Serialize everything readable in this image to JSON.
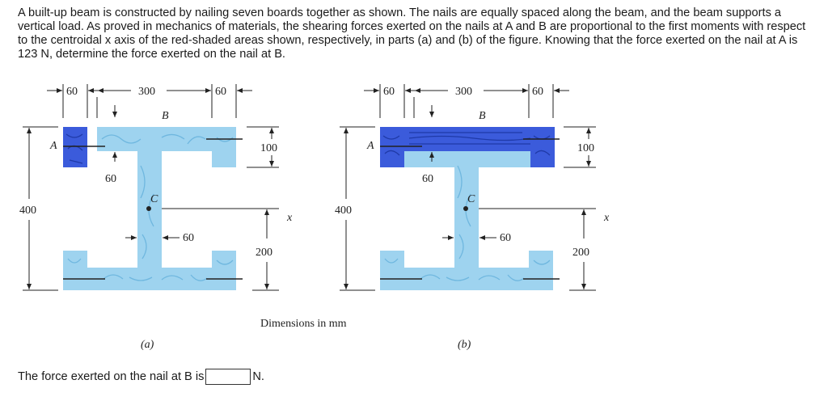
{
  "problem": {
    "text": "A built-up beam is constructed by nailing seven boards together as shown. The nails are equally spaced along the beam, and the beam supports a vertical load. As proved in mechanics of materials, the shearing forces exerted on the nails at A and B are proportional to the first moments with respect to the centroidal x axis of the red-shaded areas shown, respectively, in parts (a) and (b) of the figure. Knowing that the force exerted on the nail at A is 123 N, determine the force exerted on the nail at B."
  },
  "figure": {
    "dimensions_caption": "Dimensions in mm",
    "labels": {
      "point_A": "A",
      "point_B": "B",
      "point_C": "C",
      "axis_x": "x"
    },
    "dims": {
      "d60": "60",
      "d300": "300",
      "d100": "100",
      "d400": "400",
      "d200": "200"
    },
    "parts": {
      "a": "(a)",
      "b": "(b)"
    },
    "colors": {
      "board": "#9ed3ef",
      "board_grain": "#6fb7df",
      "shaded": "#3b5bdb",
      "shaded_dark": "#1f3aa8"
    }
  },
  "answer": {
    "prompt": "The force exerted on the nail at B is",
    "unit": "N.",
    "input_value": ""
  }
}
